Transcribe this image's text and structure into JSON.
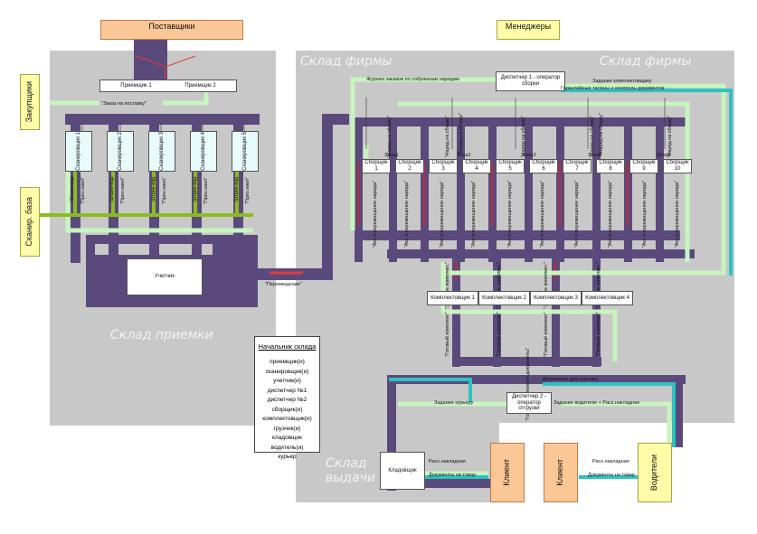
{
  "zones": {
    "firm_left": "Склад фирмы",
    "firm_right": "Склад фирмы",
    "receiving": "Склад приемки",
    "dispatch": "Склад выдачи"
  },
  "actors": {
    "suppliers": "Поставщики",
    "managers": "Менеджеры",
    "purchasers": "Закупщики",
    "scan_base": "Сканир. база",
    "client_left": "Клиент",
    "client_right": "Клиент",
    "drivers": "Водители"
  },
  "receiving": {
    "receivers": "Приемщик 1                      Приемщик 2",
    "order_label": "\"Заказ на поставку\"",
    "scanners": [
      "Сканировщик 1",
      "Сканировщик 2",
      "Сканировщик 3",
      "Сканировщик 4",
      "Сканировщик 5"
    ],
    "barcode_label": "Штрих-код",
    "income_label": "\"Прих.накл\"",
    "accountant": "Учетчик",
    "transfer_label": "\"Перемещение\""
  },
  "firm": {
    "dispatcher1": "Диспетчер 1 - оператор сборки",
    "journal_label": "Журнал заказов по собранным нарядам",
    "task_label": "Задание комплектовщику",
    "warranty_label": "Гарантийные талоны + контроль документов",
    "order_label": "\"Наряд на сборку\"",
    "zones": [
      "Зона1",
      "Зона2",
      "Зона3",
      "Зона4",
      "Зона5"
    ],
    "assemblers": [
      "Сборщик 1",
      "Сборщик 2",
      "Сборщик 3",
      "Сборщик 4",
      "Сборщик 5",
      "Сборщик 6",
      "Сборщик 7",
      "Сборщик 8",
      "Сборщик 9",
      "Сборщик 10"
    ],
    "move_label": "\"Акт о перемещении наряда\"",
    "task_short": "\"Задание комплект.\""
  },
  "packing": {
    "packers": [
      "Комплектовщик 1",
      "Комплектовщик 2",
      "Комплектовщик 3",
      "Комплектовщик 4"
    ],
    "ready_label": "\"Готовый комплект\"",
    "ready_docs_label": "\"Готовый комплект+документы\""
  },
  "dispatch": {
    "dispatcher2": "Диспетчер 2 - оператор отгрузки",
    "docs_courier": "Документы для курьера",
    "task_courier": "Задание курьеру",
    "task_driver": "Задание водителю + Расх.накладная",
    "cashier": "Кладовщик",
    "expense_invoice": "Расх.накладная",
    "docs_goods": "Документы на товар",
    "expense_invoice_right": "Расх.накладная",
    "docs_goods_right": "Документы на товар"
  },
  "legend": {
    "title": "Начальник склада",
    "items": [
      "приемщик(и)",
      "сканировщик(и)",
      "учетчик(и)",
      "диспетчер №1",
      "диспетчер №2",
      "сборщик(и)",
      "комплектовщик(и)",
      "грузчик(и)",
      "кладовщик",
      "водитель(и)",
      "курьер"
    ]
  },
  "colors": {
    "zone_bg": "#c8c8c8",
    "goods_flow": "#5a4a7c",
    "transfer_arrow": "#c0283c",
    "doc_flow": "#ccf5c2",
    "scan_flow": "#8abd1c",
    "courier_flow": "#2ec2c2",
    "peach": "#fbc797",
    "yellow": "#fffca8"
  }
}
